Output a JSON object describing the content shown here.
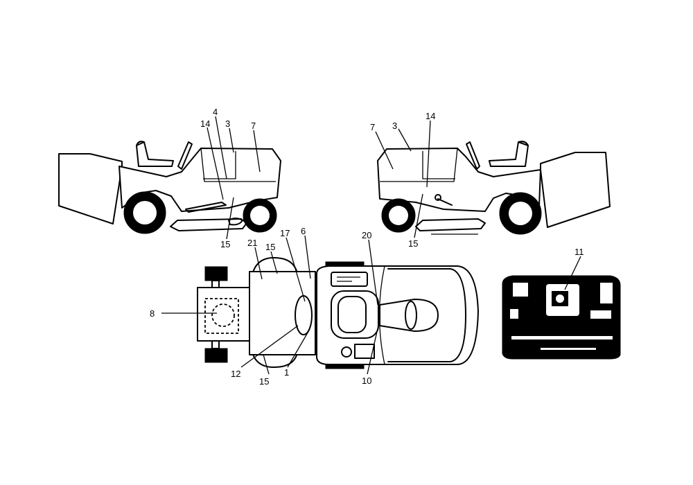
{
  "diagram": {
    "callouts": [
      "4",
      "3",
      "14",
      "7",
      "15",
      "7",
      "3",
      "14",
      "15",
      "21",
      "15",
      "17",
      "6",
      "20",
      "8",
      "12",
      "15",
      "1",
      "10",
      "11"
    ]
  }
}
